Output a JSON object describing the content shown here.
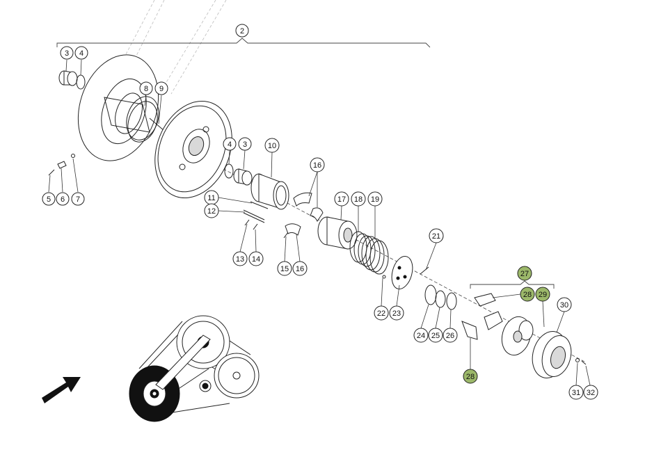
{
  "colors": {
    "highlight": "#9cb86a",
    "line": "#222222"
  },
  "callouts": [
    {
      "id": "c2",
      "label": "2",
      "highlight": false
    },
    {
      "id": "c3a",
      "label": "3",
      "highlight": false
    },
    {
      "id": "c4a",
      "label": "4",
      "highlight": false
    },
    {
      "id": "c8",
      "label": "8",
      "highlight": false
    },
    {
      "id": "c9",
      "label": "9",
      "highlight": false
    },
    {
      "id": "c4b",
      "label": "4",
      "highlight": false
    },
    {
      "id": "c3b",
      "label": "3",
      "highlight": false
    },
    {
      "id": "c10",
      "label": "10",
      "highlight": false
    },
    {
      "id": "c16a",
      "label": "16",
      "highlight": false
    },
    {
      "id": "c5",
      "label": "5",
      "highlight": false
    },
    {
      "id": "c6",
      "label": "6",
      "highlight": false
    },
    {
      "id": "c7",
      "label": "7",
      "highlight": false
    },
    {
      "id": "c11",
      "label": "11",
      "highlight": false
    },
    {
      "id": "c12",
      "label": "12",
      "highlight": false
    },
    {
      "id": "c17",
      "label": "17",
      "highlight": false
    },
    {
      "id": "c18",
      "label": "18",
      "highlight": false
    },
    {
      "id": "c19",
      "label": "19",
      "highlight": false
    },
    {
      "id": "c21",
      "label": "21",
      "highlight": false
    },
    {
      "id": "c13",
      "label": "13",
      "highlight": false
    },
    {
      "id": "c14",
      "label": "14",
      "highlight": false
    },
    {
      "id": "c15",
      "label": "15",
      "highlight": false
    },
    {
      "id": "c16b",
      "label": "16",
      "highlight": false
    },
    {
      "id": "c27",
      "label": "27",
      "highlight": true
    },
    {
      "id": "c28a",
      "label": "28",
      "highlight": true
    },
    {
      "id": "c29",
      "label": "29",
      "highlight": true
    },
    {
      "id": "c30",
      "label": "30",
      "highlight": false
    },
    {
      "id": "c22",
      "label": "22",
      "highlight": false
    },
    {
      "id": "c23",
      "label": "23",
      "highlight": false
    },
    {
      "id": "c24",
      "label": "24",
      "highlight": false
    },
    {
      "id": "c25",
      "label": "25",
      "highlight": false
    },
    {
      "id": "c26",
      "label": "26",
      "highlight": false
    },
    {
      "id": "c28b",
      "label": "28",
      "highlight": true
    },
    {
      "id": "c31",
      "label": "31",
      "highlight": false
    },
    {
      "id": "c32",
      "label": "32",
      "highlight": false
    }
  ]
}
